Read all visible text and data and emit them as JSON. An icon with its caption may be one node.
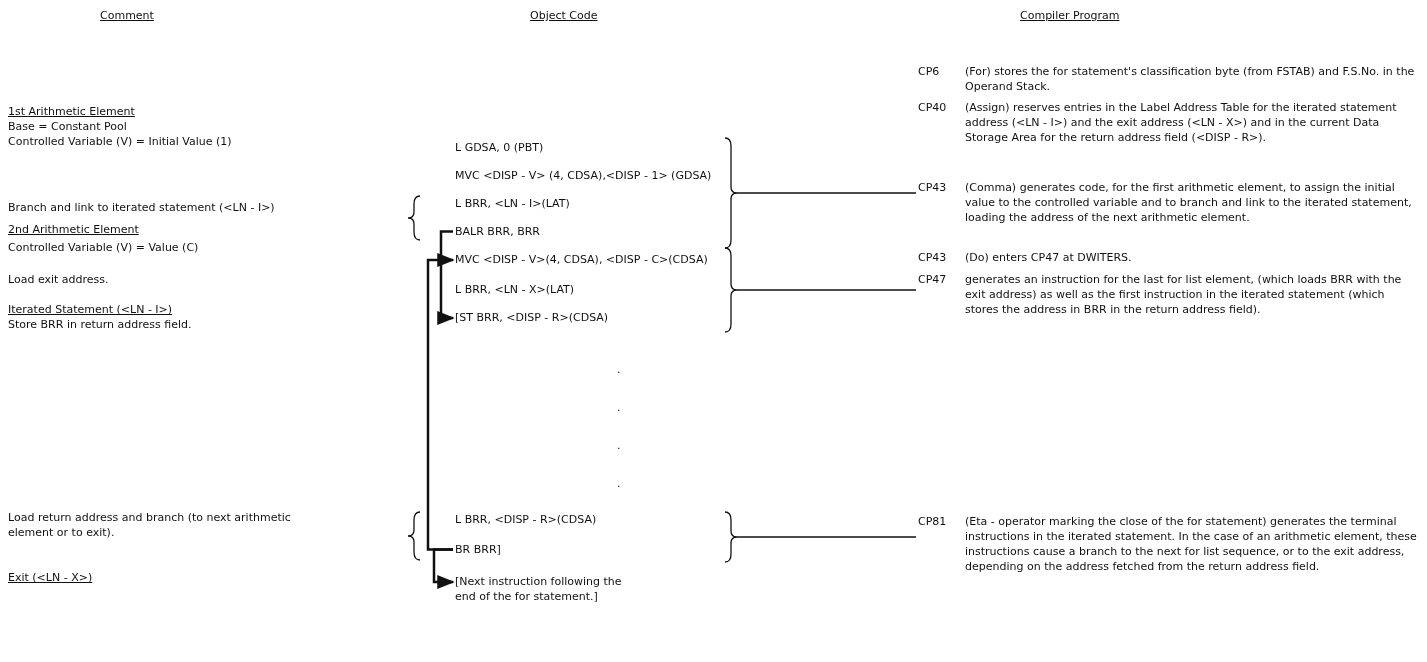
{
  "diagram": {
    "nodes": [
      {
        "text": [
          "BALR BRR, BRR"
        ]
      },
      {
        "text": [
          "MVC <DISP - V>(4, CDSA), <DISP - C>(CDSA)"
        ]
      },
      {
        "text": [
          "[ST BRR, <DISP - R>(CDSA)"
        ]
      },
      {
        "text": [
          "BR BRR]"
        ]
      },
      {
        "text": [
          "[Next instruction following the end of the for statement.]"
        ]
      },
      {
        "text": [],
        "shape": "brace"
      },
      {
        "text": [
          "CP43",
          "(Comma) generates code, for the first arithmetic element, to assign the initial value to the controlled variable and to branch and link to the iterated statement, loading the address of the next arithmetic element."
        ]
      },
      {
        "text": [],
        "shape": "brace"
      },
      {
        "text": [
          "CP47",
          "generates an instruction for the last for list element, (which loads BRR with the exit address) as well as the first instruction in the iterated statement (which stores the address in BRR in the return address field)."
        ]
      },
      {
        "text": [],
        "shape": "brace"
      },
      {
        "text": [
          "CP81",
          "(Eta - operator marking the close of the for statement) generates the terminal instructions in the iterated statement. In the case of an arithmetic element, these instructions cause a branch to the next for list sequence, or to the exit address, depending on the address fetched from the return address field."
        ]
      }
    ],
    "edges": [
      {
        "from": 0,
        "to": 2,
        "arrow": "to"
      },
      {
        "from": 3,
        "to": 1,
        "arrow": "to"
      },
      {
        "from": 3,
        "to": 4,
        "arrow": "to"
      },
      {
        "from": 5,
        "to": 6,
        "arrow": "none"
      },
      {
        "from": 7,
        "to": 8,
        "arrow": "none"
      },
      {
        "from": 9,
        "to": 10,
        "arrow": "none"
      }
    ],
    "labels": [
      "Comment",
      "Object Code",
      "Compiler Program",
      "CP6",
      "(For) stores the for statement's classification byte (from FSTAB) and F.S.No. in the Operand Stack.",
      "CP40",
      "(Assign) reserves entries in the Label Address Table for the iterated statement address (<LN - I>) and the exit address (<LN - X>) and in the current Data Storage Area for the return address field (<DISP - R>).",
      "1st Arithmetic Element",
      "Base = Constant Pool",
      "Controlled Variable (V) = Initial Value (1)",
      "L GDSA, 0 (PBT)",
      "MVC <DISP - V> (4, CDSA),<DISP - 1> (GDSA)",
      "Branch and link to iterated statement (<LN - I>)",
      "L BRR, <LN - I>(LAT)",
      "2nd Arithmetic Element",
      "Controlled Variable (V) = Value (C)",
      "CP43",
      "(Do) enters CP47 at DWITERS.",
      "Load exit address.",
      "L BRR, <LN - X>(LAT)",
      "Iterated Statement (<LN - I>)",
      "Store BRR in return address field.",
      ".",
      ".",
      ".",
      ".",
      "Load return address and branch (to next arithmetic element or to exit).",
      "L BRR, <DISP - R>(CDSA)",
      "Exit (<LN - X>)"
    ]
  }
}
